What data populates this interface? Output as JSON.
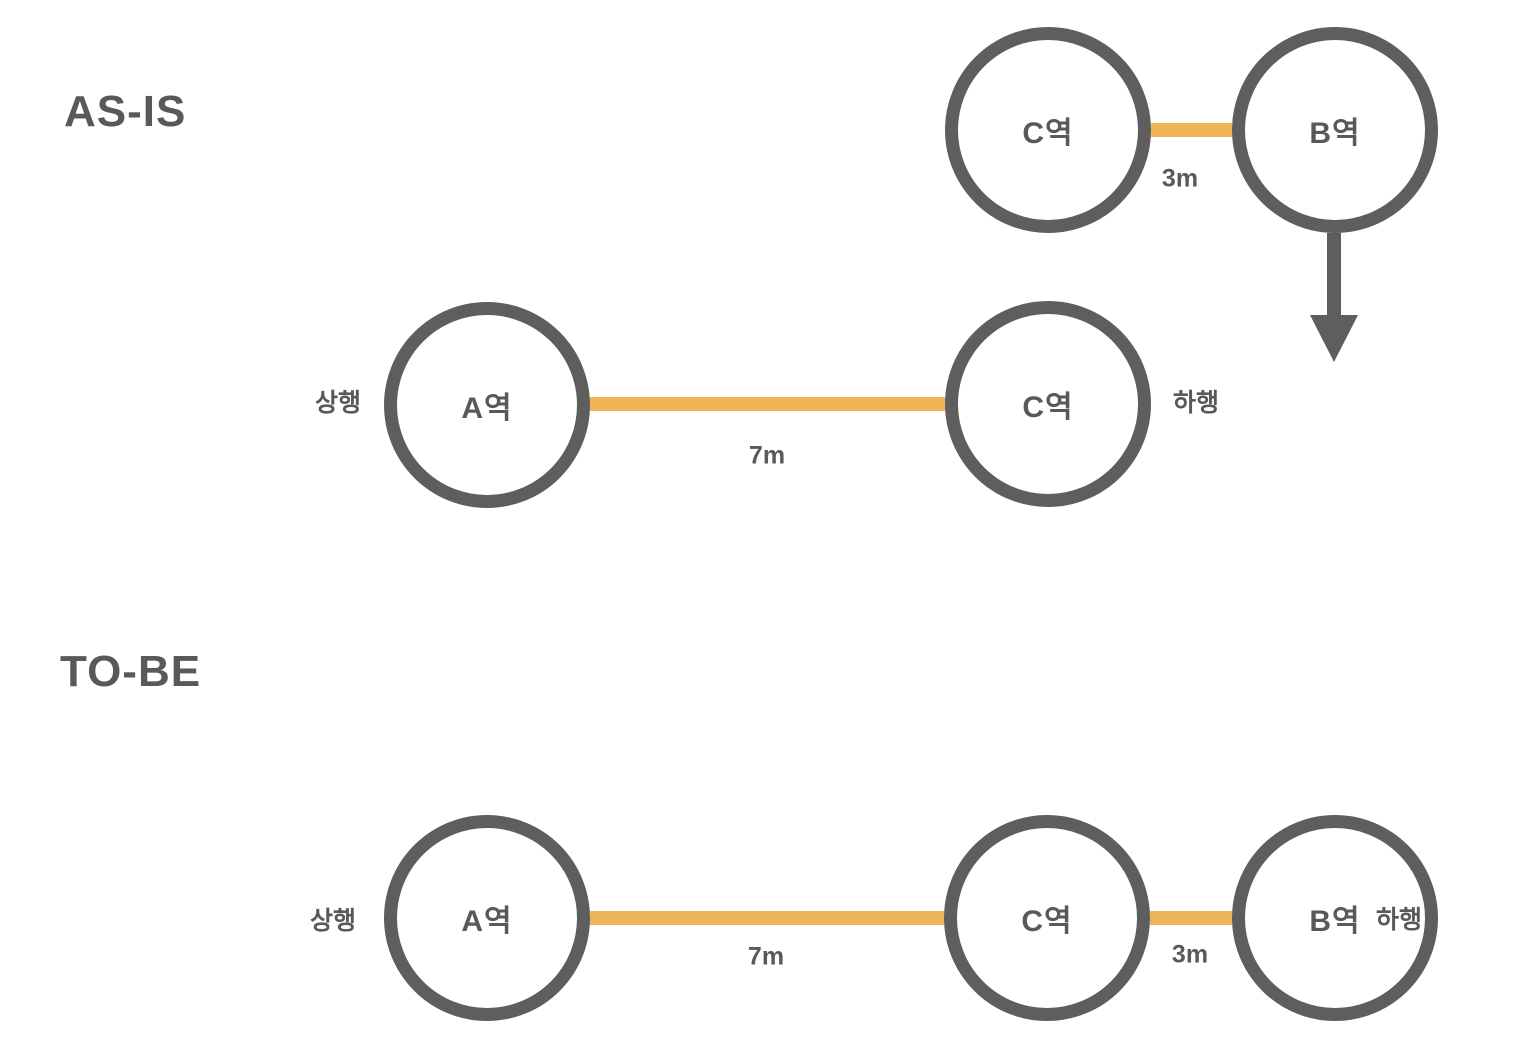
{
  "colors": {
    "node": "#5E5E5E",
    "ink": "#595959",
    "track": "#EEB457"
  },
  "as_is": {
    "title": "AS-IS",
    "bypass": {
      "from": "C역",
      "distance": "3m",
      "to": "B역"
    },
    "main": {
      "up": "상행",
      "from": "A역",
      "distance": "7m",
      "to": "C역",
      "down": "하행"
    }
  },
  "to_be": {
    "title": "TO-BE",
    "line": {
      "up": "상행",
      "stations": [
        "A역",
        "C역",
        "B역"
      ],
      "distances": [
        "7m",
        "3m"
      ],
      "down": "하행"
    }
  }
}
